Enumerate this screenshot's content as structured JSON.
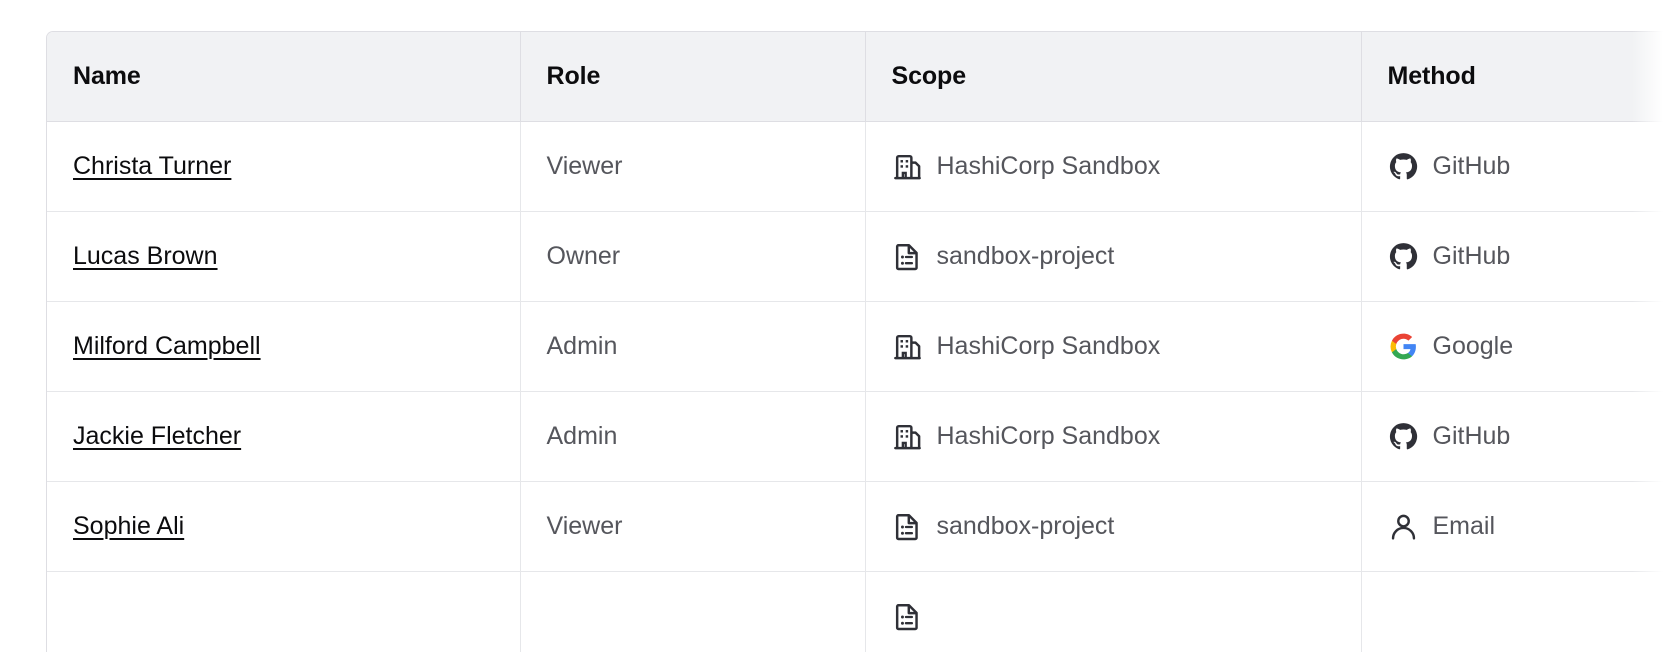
{
  "table": {
    "columns": [
      {
        "key": "name",
        "label": "Name"
      },
      {
        "key": "role",
        "label": "Role"
      },
      {
        "key": "scope",
        "label": "Scope"
      },
      {
        "key": "method",
        "label": "Method"
      }
    ],
    "rows": [
      {
        "name": "Christa Turner",
        "role": "Viewer",
        "scope": "HashiCorp Sandbox",
        "scope_icon": "organization-icon",
        "method": "GitHub",
        "method_icon": "github-icon"
      },
      {
        "name": "Lucas Brown",
        "role": "Owner",
        "scope": "sandbox-project",
        "scope_icon": "project-icon",
        "method": "GitHub",
        "method_icon": "github-icon"
      },
      {
        "name": "Milford Campbell",
        "role": "Admin",
        "scope": "HashiCorp Sandbox",
        "scope_icon": "organization-icon",
        "method": "Google",
        "method_icon": "google-icon"
      },
      {
        "name": "Jackie Fletcher",
        "role": "Admin",
        "scope": "HashiCorp Sandbox",
        "scope_icon": "organization-icon",
        "method": "GitHub",
        "method_icon": "github-icon"
      },
      {
        "name": "Sophie Ali",
        "role": "Viewer",
        "scope": "sandbox-project",
        "scope_icon": "project-icon",
        "method": "Email",
        "method_icon": "user-icon"
      }
    ]
  },
  "selection": {
    "target_column": "Scope",
    "border_color": "#1b4ed8",
    "style": "dashed"
  },
  "colors": {
    "header_background": "#f1f2f4",
    "header_text": "#0c0c0e",
    "body_text": "#55565c",
    "link_text": "#0c0c0e",
    "border": "#dedee3",
    "row_border": "#e6e7ea",
    "google_blue": "#4285f4",
    "google_red": "#ea4335",
    "google_yellow": "#fbbc05",
    "google_green": "#34a853",
    "github_dark": "#2f3037"
  }
}
